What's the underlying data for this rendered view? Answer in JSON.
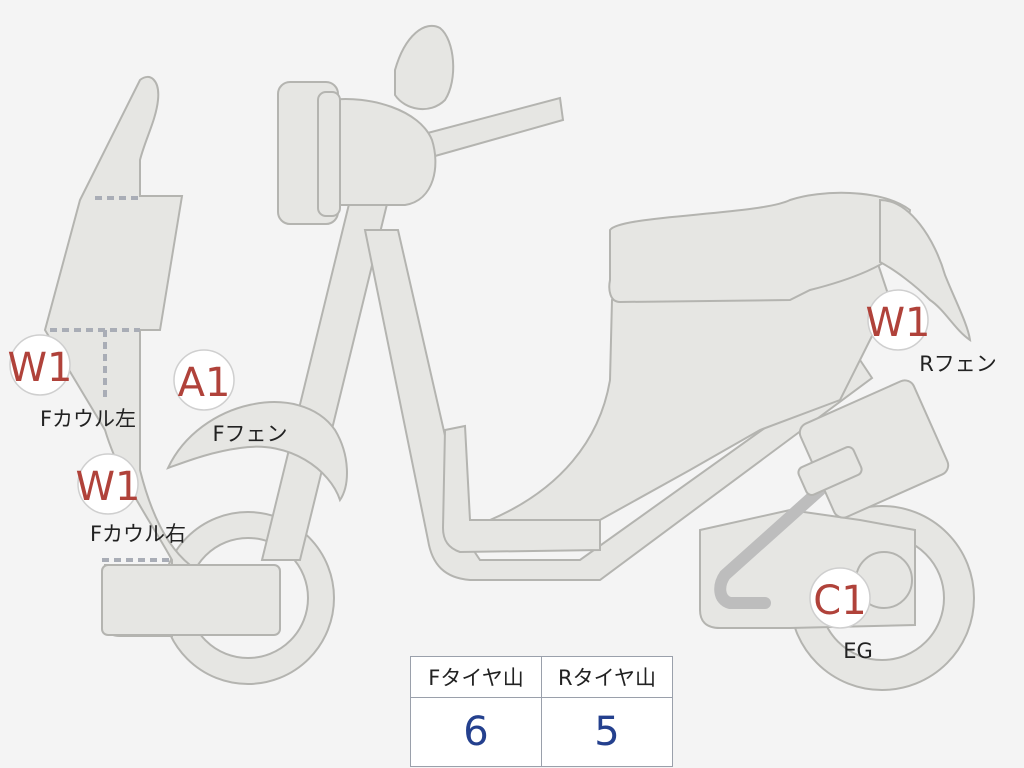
{
  "badges": [
    {
      "id": "f-cowl-left",
      "code": "W1",
      "label": "Fカウル左"
    },
    {
      "id": "f-cowl-right",
      "code": "W1",
      "label": "Fカウル右"
    },
    {
      "id": "f-fender",
      "code": "A1",
      "label": "Fフェン"
    },
    {
      "id": "r-fender",
      "code": "W1",
      "label": "Rフェン"
    },
    {
      "id": "engine",
      "code": "C1",
      "label": "EG"
    }
  ],
  "tire_table": {
    "headers": [
      "Fタイヤ山",
      "Rタイヤ山"
    ],
    "values": [
      "6",
      "5"
    ]
  },
  "colors": {
    "part_fill": "#e6e6e3",
    "part_stroke": "#b4b4b0",
    "badge_code": "#b0423a",
    "table_value": "#24408e"
  }
}
